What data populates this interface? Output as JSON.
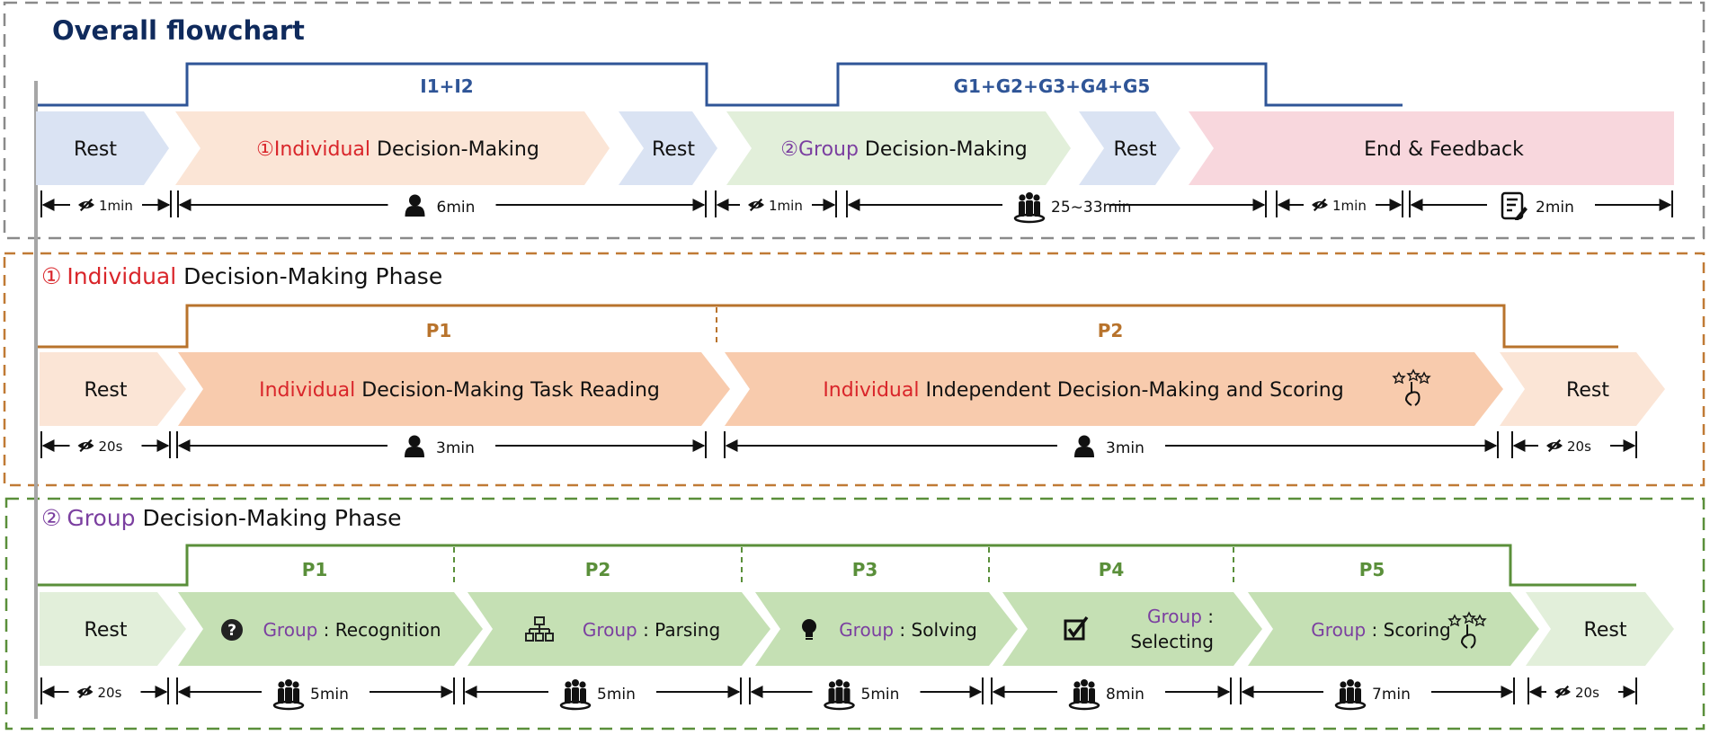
{
  "colors": {
    "overall_frame": "#8a8a8a",
    "overall_title": "#0f2a5c",
    "overall_step": "#2f5597",
    "individual_frame": "#c07a35",
    "individual_step": "#b8732c",
    "group_frame": "#5a8f3a",
    "group_step": "#5a8f3a",
    "rest_blue": "#dae3f3",
    "individual_light": "#fbe5d6",
    "group_light": "#e2efda",
    "feedback_pink": "#f8d7dd",
    "ind_rest": "#fbe5d6",
    "ind_task": "#f8cbad",
    "grp_rest": "#e2efda",
    "grp_task": "#c5e0b4",
    "red": "#d9252a",
    "purple": "#7b3fa0",
    "axis": "#a6a6a6"
  },
  "overall": {
    "title": "Overall flowchart",
    "step_labels": [
      "I1+I2",
      "G1+G2+G3+G4+G5"
    ],
    "stages": [
      {
        "type": "rest",
        "label": "Rest",
        "duration": "1min",
        "icon": "eye-slash-icon"
      },
      {
        "type": "individual",
        "prefix": "①Individual",
        "label": " Decision-Making",
        "duration": "6min",
        "icon": "person-icon"
      },
      {
        "type": "rest",
        "label": "Rest",
        "duration": "1min",
        "icon": "eye-slash-icon"
      },
      {
        "type": "group",
        "prefix": "②Group",
        "label": " Decision-Making",
        "duration": "25~33min",
        "icon": "group-icon"
      },
      {
        "type": "rest",
        "label": "Rest",
        "duration": "1min",
        "icon": "eye-slash-icon"
      },
      {
        "type": "feedback",
        "label": "End & Feedback",
        "duration": "2min",
        "icon": "form-edit-icon"
      }
    ]
  },
  "individual": {
    "title_num": "①",
    "title_colored": "Individual",
    "title_rest": " Decision-Making Phase",
    "step_labels": [
      "P1",
      "P2"
    ],
    "stages": [
      {
        "type": "rest",
        "label": "Rest",
        "duration": "20s",
        "icon": "eye-slash-icon"
      },
      {
        "type": "task",
        "prefix": "Individual",
        "label": " Decision-Making Task Reading",
        "duration": "3min",
        "icon": "person-icon"
      },
      {
        "type": "task",
        "prefix": "Individual",
        "label": " Independent Decision-Making and Scoring",
        "duration": "3min",
        "icon": "person-icon",
        "extra_icon": "star-rating-tap-icon"
      },
      {
        "type": "rest",
        "label": "Rest",
        "duration": "20s",
        "icon": "eye-slash-icon"
      }
    ]
  },
  "group": {
    "title_num": "②",
    "title_colored": "Group",
    "title_rest": " Decision-Making Phase",
    "step_labels": [
      "P1",
      "P2",
      "P3",
      "P4",
      "P5"
    ],
    "stages": [
      {
        "type": "rest",
        "label": "Rest",
        "duration": "20s",
        "icon": "eye-slash-icon"
      },
      {
        "type": "task",
        "prefix": "Group",
        "label": " : Recognition",
        "duration": "5min",
        "icon": "group-icon",
        "lead_icon": "question-circle-icon"
      },
      {
        "type": "task",
        "prefix": "Group",
        "label": " : Parsing",
        "duration": "5min",
        "icon": "group-icon",
        "lead_icon": "hierarchy-icon"
      },
      {
        "type": "task",
        "prefix": "Group",
        "label": " : Solving",
        "duration": "5min",
        "icon": "group-icon",
        "lead_icon": "lightbulb-icon"
      },
      {
        "type": "task",
        "prefix": "Group",
        "label": " :",
        "label2": "Selecting",
        "duration": "8min",
        "icon": "group-icon",
        "lead_icon": "checkbox-icon"
      },
      {
        "type": "task",
        "prefix": "Group",
        "label": " : Scoring",
        "duration": "7min",
        "icon": "group-icon",
        "extra_icon": "star-rating-tap-icon"
      },
      {
        "type": "rest",
        "label": "Rest",
        "duration": "20s",
        "icon": "eye-slash-icon"
      }
    ]
  }
}
